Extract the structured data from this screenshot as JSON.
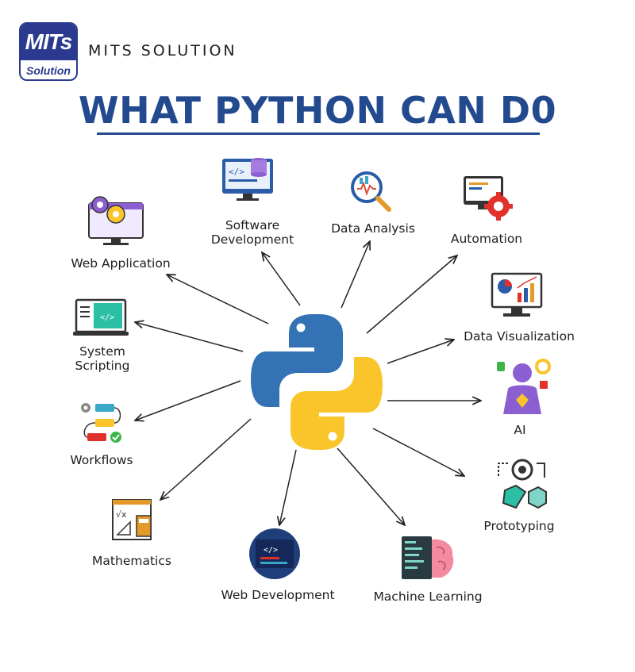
{
  "brand": {
    "logo_line1": "MITs",
    "logo_line2": "Solution",
    "name": "MITS SOLUTION"
  },
  "title": "WHAT PYTHON CAN D0",
  "uses": {
    "software_development": "Software\nDevelopment",
    "data_analysis": "Data Analysis",
    "automation": "Automation",
    "web_application": "Web Application",
    "data_visualization": "Data Visualization",
    "system_scripting": "System\nScripting",
    "ai": "AI",
    "workflows": "Workflows",
    "prototyping": "Prototyping",
    "mathematics": "Mathematics",
    "web_development": "Web Development",
    "machine_learning": "Machine Learning"
  },
  "colors": {
    "title": "#234a8f",
    "python_blue": "#3372b5",
    "python_yellow": "#f9c52b",
    "arrow": "#222222"
  }
}
